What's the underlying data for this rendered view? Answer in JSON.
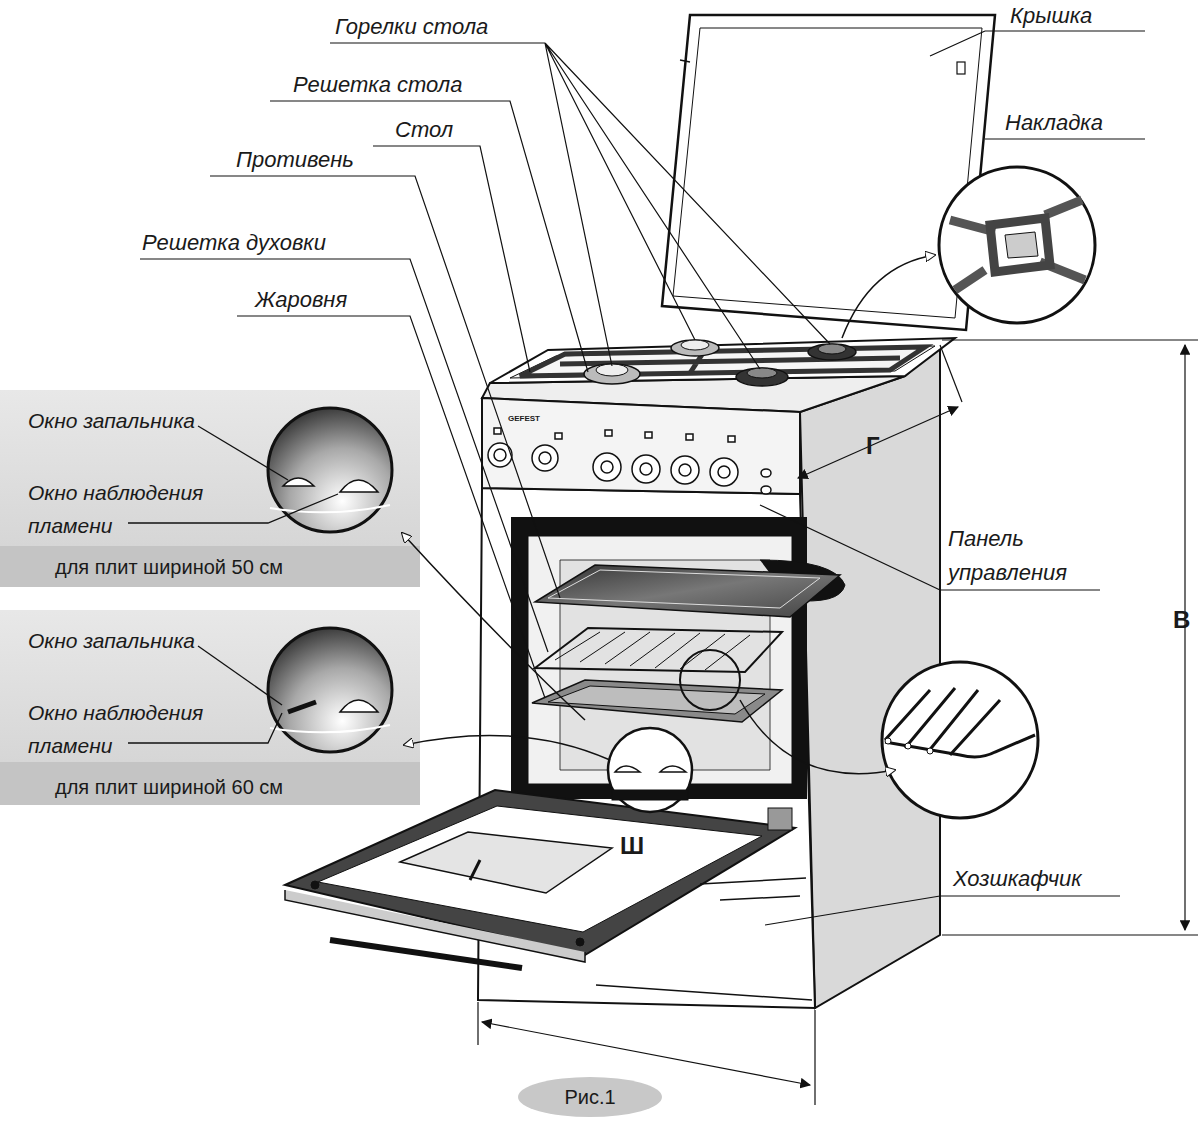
{
  "diagram": {
    "caption": "Рис.1",
    "nodes": [
      {
        "text": [
          "Окно запальника",
          "Окно наблюдения пламени",
          "для плит шириной 50 см"
        ]
      },
      {
        "text": [
          "Окно запальника",
          "Окно наблюдения пламени",
          "для плит шириной 60 см"
        ]
      }
    ],
    "labels": [
      "Горелки стола",
      "Крышка",
      "Решетка стола",
      "Стол",
      "Накладка",
      "Противень",
      "Решетка духовки",
      "Жаровня",
      "GEFEST",
      "Г",
      "Панель управления",
      "В",
      "Хозшкафчик",
      "Ш"
    ]
  }
}
